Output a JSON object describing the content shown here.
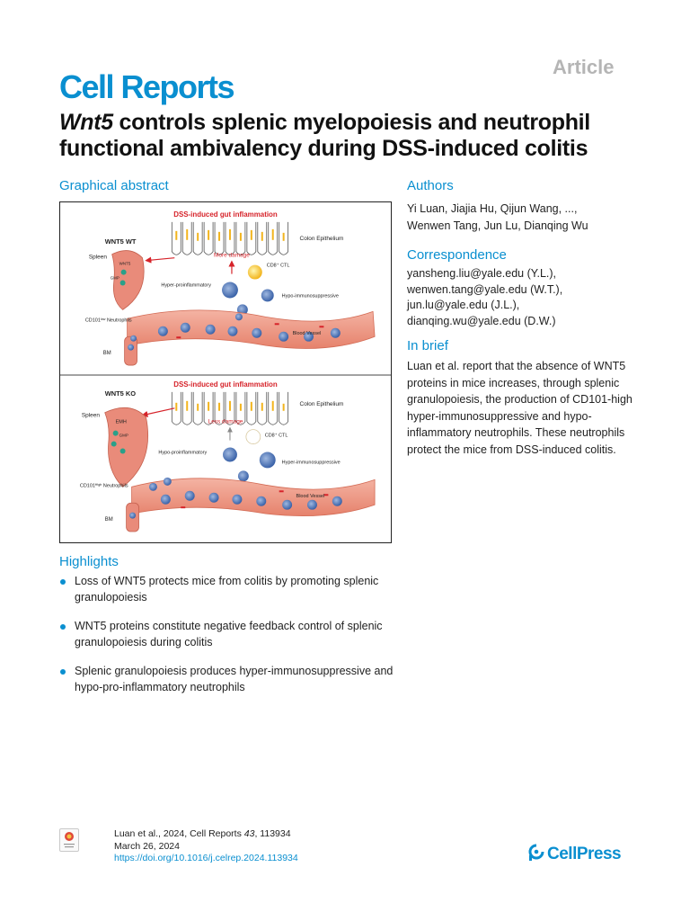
{
  "header": {
    "journal": "Cell Reports",
    "article_type": "Article"
  },
  "title": {
    "italic_part": "Wnt5",
    "rest": " controls splenic myelopoiesis and neutrophil functional ambivalency during DSS-induced colitis"
  },
  "graphical_abstract": {
    "heading": "Graphical abstract",
    "wt": {
      "banner": "DSS-induced gut inflammation",
      "label": "WNT5 WT",
      "colon": "Colon Epithelium",
      "spleen": "Spleen",
      "wnt5": "WNT5",
      "gmp": "GMP",
      "damage": "More damage",
      "ctl": "CD8⁺ CTL",
      "pro": "Hyper-proinflammatory",
      "supp": "Hypo-immunosuppressive",
      "cd101": "CD101ˡᵒʷ Neutrophils",
      "vessel": "Blood Vessel",
      "bm": "BM"
    },
    "ko": {
      "banner": "DSS-induced gut inflammation",
      "label": "WNT5 KO",
      "colon": "Colon Epithelium",
      "spleen": "Spleen",
      "emh": "EMH",
      "gmp": "GMP",
      "damage": "Less damage",
      "ctl": "CD8⁺ CTL",
      "pro": "Hypo-proinflammatory",
      "supp": "Hyper-immunosuppressive",
      "cd101": "CD101ᴴⁱᵍʰ Neutrophils",
      "vessel": "Blood Vessel",
      "bm": "BM"
    }
  },
  "authors": {
    "heading": "Authors",
    "line1": "Yi Luan, Jiajia Hu, Qijun Wang, ...,",
    "line2": "Wenwen Tang, Jun Lu, Dianqing Wu"
  },
  "correspondence": {
    "heading": "Correspondence",
    "emails": [
      "yansheng.liu@yale.edu (Y.L.),",
      "wenwen.tang@yale.edu (W.T.),",
      "jun.lu@yale.edu (J.L.),",
      "dianqing.wu@yale.edu (D.W.)"
    ]
  },
  "in_brief": {
    "heading": "In brief",
    "text": "Luan et al. report that the absence of WNT5 proteins in mice increases, through splenic granulopoiesis, the production of CD101-high hyper-immunosuppressive and hypo-inflammatory neutrophils. These neutrophils protect the mice from DSS-induced colitis."
  },
  "highlights": {
    "heading": "Highlights",
    "items": [
      "Loss of WNT5 protects mice from colitis by promoting splenic granulopoiesis",
      "WNT5 proteins constitute negative feedback control of splenic granulopoiesis during colitis",
      "Splenic granulopoiesis produces hyper-immunosuppressive and hypo-pro-inflammatory neutrophils"
    ]
  },
  "footer": {
    "citation_authors": "Luan et al., 2024, Cell Reports ",
    "citation_volume": "43",
    "citation_article": ", 113934",
    "date": "March 26, 2024",
    "doi": "https://doi.org/10.1016/j.celrep.2024.113934",
    "publisher": "CellPress"
  },
  "colors": {
    "brand_blue": "#0a8fd0",
    "inflammation_red": "#d6232a",
    "vessel_pink": "#ef9a86",
    "neutrophil_blue": "#3f6fb5",
    "gmp_teal": "#2aa089"
  },
  "icons": [
    "check-for-updates-icon",
    "cellpress-logo-icon"
  ]
}
